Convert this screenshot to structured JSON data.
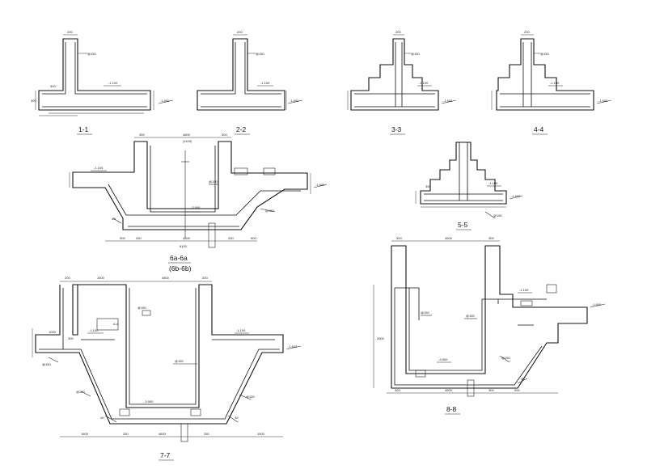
{
  "sections": {
    "s1": {
      "caption": "1-1"
    },
    "s2": {
      "caption": "2-2"
    },
    "s3": {
      "caption": "3-3"
    },
    "s4": {
      "caption": "4-4"
    },
    "s5": {
      "caption": "5-5"
    },
    "s6": {
      "caption": "6a-6a",
      "subcaption": "(6b-6b)"
    },
    "s7": {
      "caption": "7-7"
    },
    "s8": {
      "caption": "8-8"
    }
  }
}
